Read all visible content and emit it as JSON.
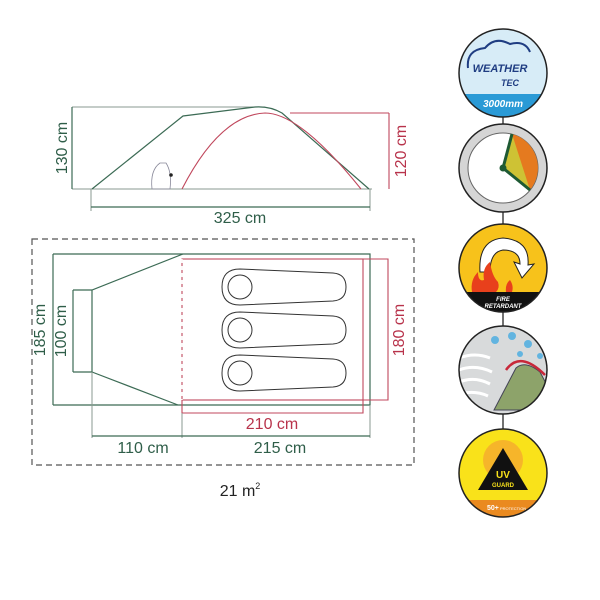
{
  "colors": {
    "outer_tent": "#3c6b55",
    "inner_tent": "#c0475c",
    "dashed_footprint": "#555555"
  },
  "side_view": {
    "height_outer": "130 cm",
    "height_inner": "120 cm",
    "length": "325 cm"
  },
  "floor_plan": {
    "width_outer": "185 cm",
    "width_vestibule": "100 cm",
    "width_inner": "180 cm",
    "length_inner": "210 cm",
    "length_vestibule": "110 cm",
    "length_bedroom": "215 cm",
    "area": "21 m",
    "area_unit_sup": "2",
    "sleeping_places": 3
  },
  "features": [
    {
      "icon": "weathertec-icon",
      "line1": "WEATHER",
      "line2": "TEC",
      "value": "3000mm"
    },
    {
      "icon": "quick-pitch-clock-icon"
    },
    {
      "icon": "fire-retardant-icon",
      "line1": "FIRE",
      "line2": "RETARDANT"
    },
    {
      "icon": "wind-rain-protection-icon"
    },
    {
      "icon": "uv-guard-icon",
      "line1": "UV",
      "line2": "GUARD",
      "value": "50+",
      "note": "PROTECTION"
    }
  ]
}
